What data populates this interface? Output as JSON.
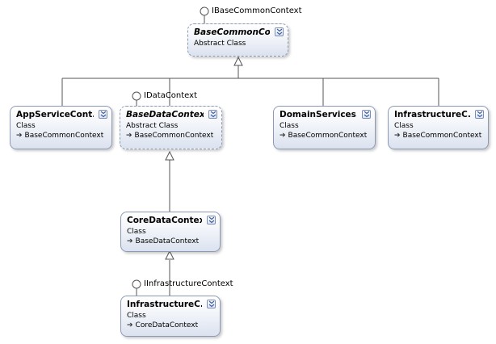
{
  "interfaces": {
    "base": "IBaseCommonContext",
    "data": "IDataContext",
    "infra": "IInfrastructureContext"
  },
  "classes": {
    "base_common": {
      "name": "BaseCommonCo...",
      "kind": "Abstract Class"
    },
    "app_service": {
      "name": "AppServiceCont...",
      "kind": "Class",
      "base": "BaseCommonContext"
    },
    "base_data": {
      "name": "BaseDataContext",
      "kind": "Abstract Class",
      "base": "BaseCommonContext"
    },
    "domain_services": {
      "name": "DomainServices...",
      "kind": "Class",
      "base": "BaseCommonContext"
    },
    "infrastructure_top": {
      "name": "InfrastructureC...",
      "kind": "Class",
      "base": "BaseCommonContext"
    },
    "core_data": {
      "name": "CoreDataContext",
      "kind": "Class",
      "base": "BaseDataContext"
    },
    "infrastructure_bottom": {
      "name": "InfrastructureC...",
      "kind": "Class",
      "base": "CoreDataContext"
    }
  }
}
